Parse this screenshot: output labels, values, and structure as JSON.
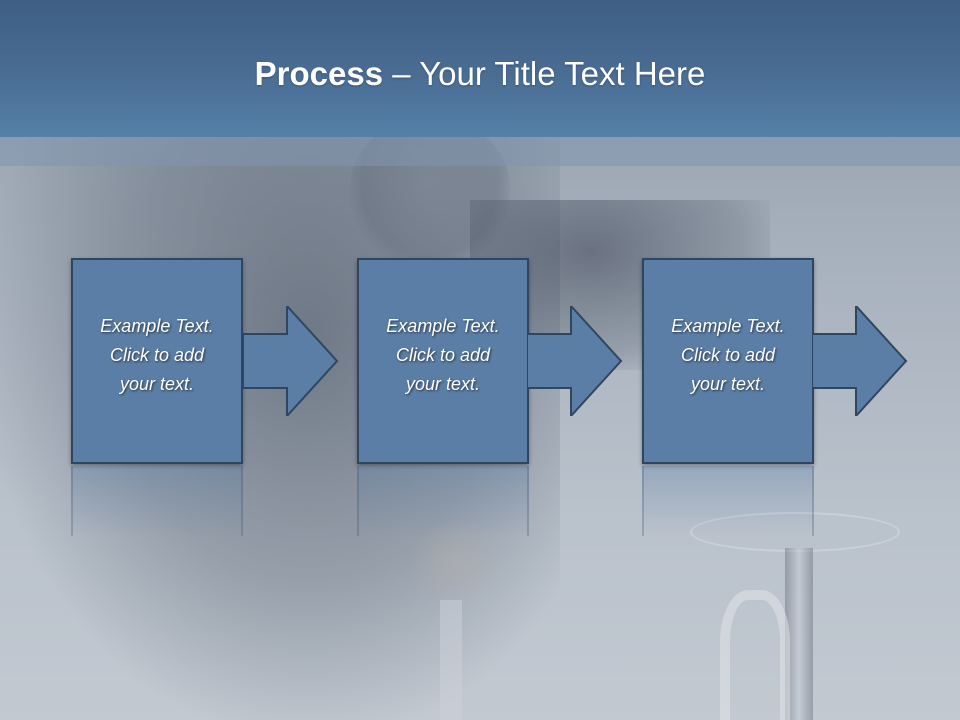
{
  "slide": {
    "title_bold": "Process",
    "title_rest": " – Your Title Text Here",
    "steps": [
      {
        "text": "Example Text.\nClick  to add\nyour text."
      },
      {
        "text": "Example Text.\nClick  to add\nyour text."
      },
      {
        "text": "Example Text.\nClick  to add\nyour text."
      }
    ]
  },
  "colors": {
    "header": "#4a6d94",
    "step_fill": "#5b7ea6",
    "step_border": "#2e4660",
    "text": "#ffffff"
  }
}
